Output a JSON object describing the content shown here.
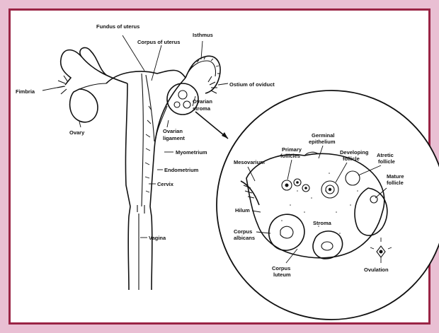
{
  "figure": {
    "colors": {
      "frame": "#e9bfd3",
      "border": "#9a2445",
      "ink": "#111111"
    },
    "uterus_labels": {
      "fundus": "Fundus of uterus",
      "corpus": "Corpus of uterus",
      "isthmus": "Isthmus",
      "fimbria": "Fimbria",
      "ovary": "Ovary",
      "ostium": "Ostium of oviduct",
      "ovarian_stroma": [
        "Ovarian",
        "stroma"
      ],
      "ovarian_ligament": [
        "Ovarian",
        "ligament"
      ],
      "myometrium": "Myometrium",
      "endometrium": "Endometrium",
      "cervix": "Cervix",
      "vagina": "Vagina"
    },
    "ovary_labels": {
      "germinal_epithelium": [
        "Germinal",
        "epithelium"
      ],
      "primary_follicles": [
        "Primary",
        "follicles"
      ],
      "developing_follicle": [
        "Developing",
        "follicle"
      ],
      "atretic_follicle": [
        "Atretic",
        "follicle"
      ],
      "mesovarium": "Mesovarium",
      "mature_follicle": [
        "Mature",
        "follicle"
      ],
      "hilum": "Hilum",
      "stroma": "Stroma",
      "corpus_albicans": [
        "Corpus",
        "albicans"
      ],
      "corpus_luteum": [
        "Corpus",
        "luteum"
      ],
      "ovulation": "Ovulation"
    }
  }
}
